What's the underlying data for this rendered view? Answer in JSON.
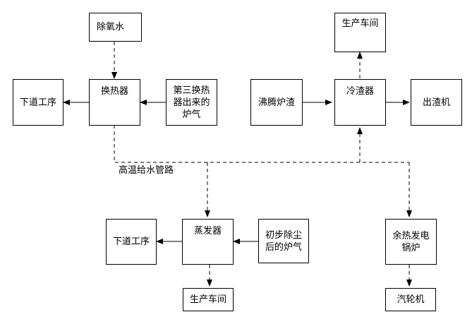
{
  "nodes": {
    "deoxy_water": "除氧水",
    "downstream_left_top": "下道工序",
    "heat_exchanger": "换热器",
    "third_exchanger_gas": "第三换热器出来的炉气",
    "production_workshop_top": "生产车间",
    "boiling_furnace_slag": "沸腾炉渣",
    "slag_cooler": "冷渣器",
    "slag_output": "出渣机",
    "downstream_left_bottom": "下道工序",
    "evaporator": "蒸发器",
    "dedusted_gas": "初步除尘后的炉气",
    "waste_heat_boiler": "余热发电锅炉",
    "production_workshop_bottom": "生产车间",
    "steam_turbine": "汽轮机"
  },
  "labels": {
    "high_temp_pipeline": "高温给水管路"
  }
}
